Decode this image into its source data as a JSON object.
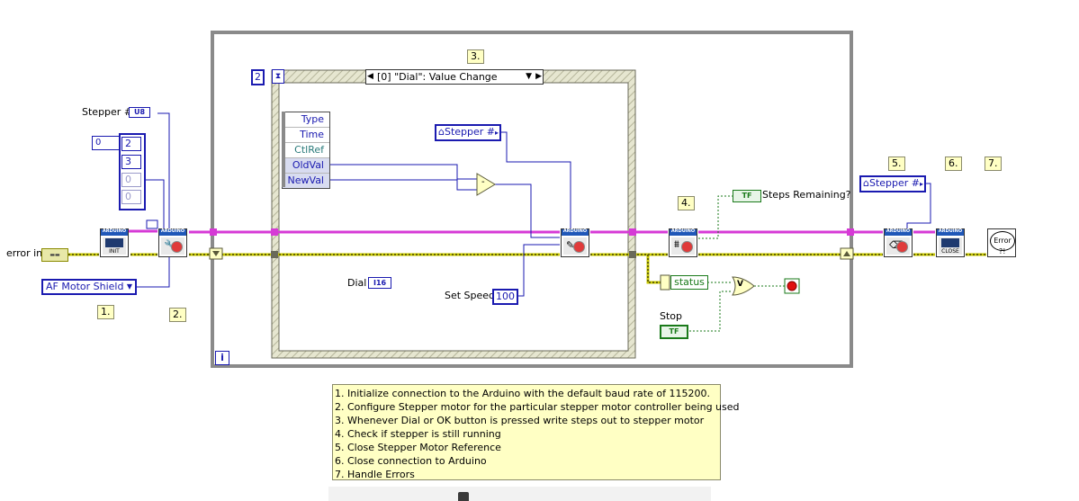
{
  "labels": {
    "n1": "1.",
    "n2": "2.",
    "n3": "3.",
    "n4": "4.",
    "n5": "5.",
    "n6": "6.",
    "n7": "7."
  },
  "inputs": {
    "error_in": "error in",
    "stepper_label": "Stepper #",
    "stepper_type": "U8",
    "array_index": "0",
    "array_values": [
      "2",
      "3",
      "0",
      "0"
    ],
    "shield_type": "AF Motor Shield",
    "shield_arrow": "▼"
  },
  "event_structure": {
    "timeout_value": "2",
    "case_label": "[0] \"Dial\": Value Change",
    "terminals": [
      "Type",
      "Time",
      "CtlRef",
      "OldVal",
      "NewVal"
    ],
    "stepper_ref": "Stepper #",
    "dial_label": "Dial",
    "dial_type": "I16",
    "set_speed_label": "Set Speed",
    "set_speed_value": "100",
    "subtract_symbol": "-"
  },
  "loop": {
    "iteration_terminal": "i"
  },
  "outputs": {
    "steps_remaining": "Steps Remaining?",
    "steps_type": "TF",
    "status_label": "status",
    "stop_label": "Stop",
    "stop_type": "TF",
    "or_symbol": "V",
    "stepper_ref2": "Stepper #"
  },
  "subvis": {
    "init_band": "ARDUINO",
    "init_body": "INIT",
    "config_band": "ARDUINO",
    "write_band": "ARDUINO",
    "check_band": "ARDUINO",
    "closeref_band": "ARDUINO",
    "close_band": "ARDUINO",
    "close_body": "CLOSE",
    "error_text": "Error"
  },
  "notes": [
    "1. Initialize connection to the Arduino with the default baud rate of 115200.",
    "2. Configure Stepper motor for the particular stepper motor controller being used",
    "3. Whenever Dial or OK button is pressed write steps out to stepper motor",
    "4. Check if stepper is still running",
    "5. Close Stepper Motor Reference",
    "6. Close connection to Arduino",
    "7. Handle Errors"
  ],
  "colors": {
    "wire_visa": "#d63ad6",
    "wire_error": "#c8c800",
    "wire_numeric": "#1a1ab0",
    "wire_boolean": "#1a7a1a",
    "loop_border": "#8a8a8a",
    "note_bg": "#ffffc4"
  }
}
